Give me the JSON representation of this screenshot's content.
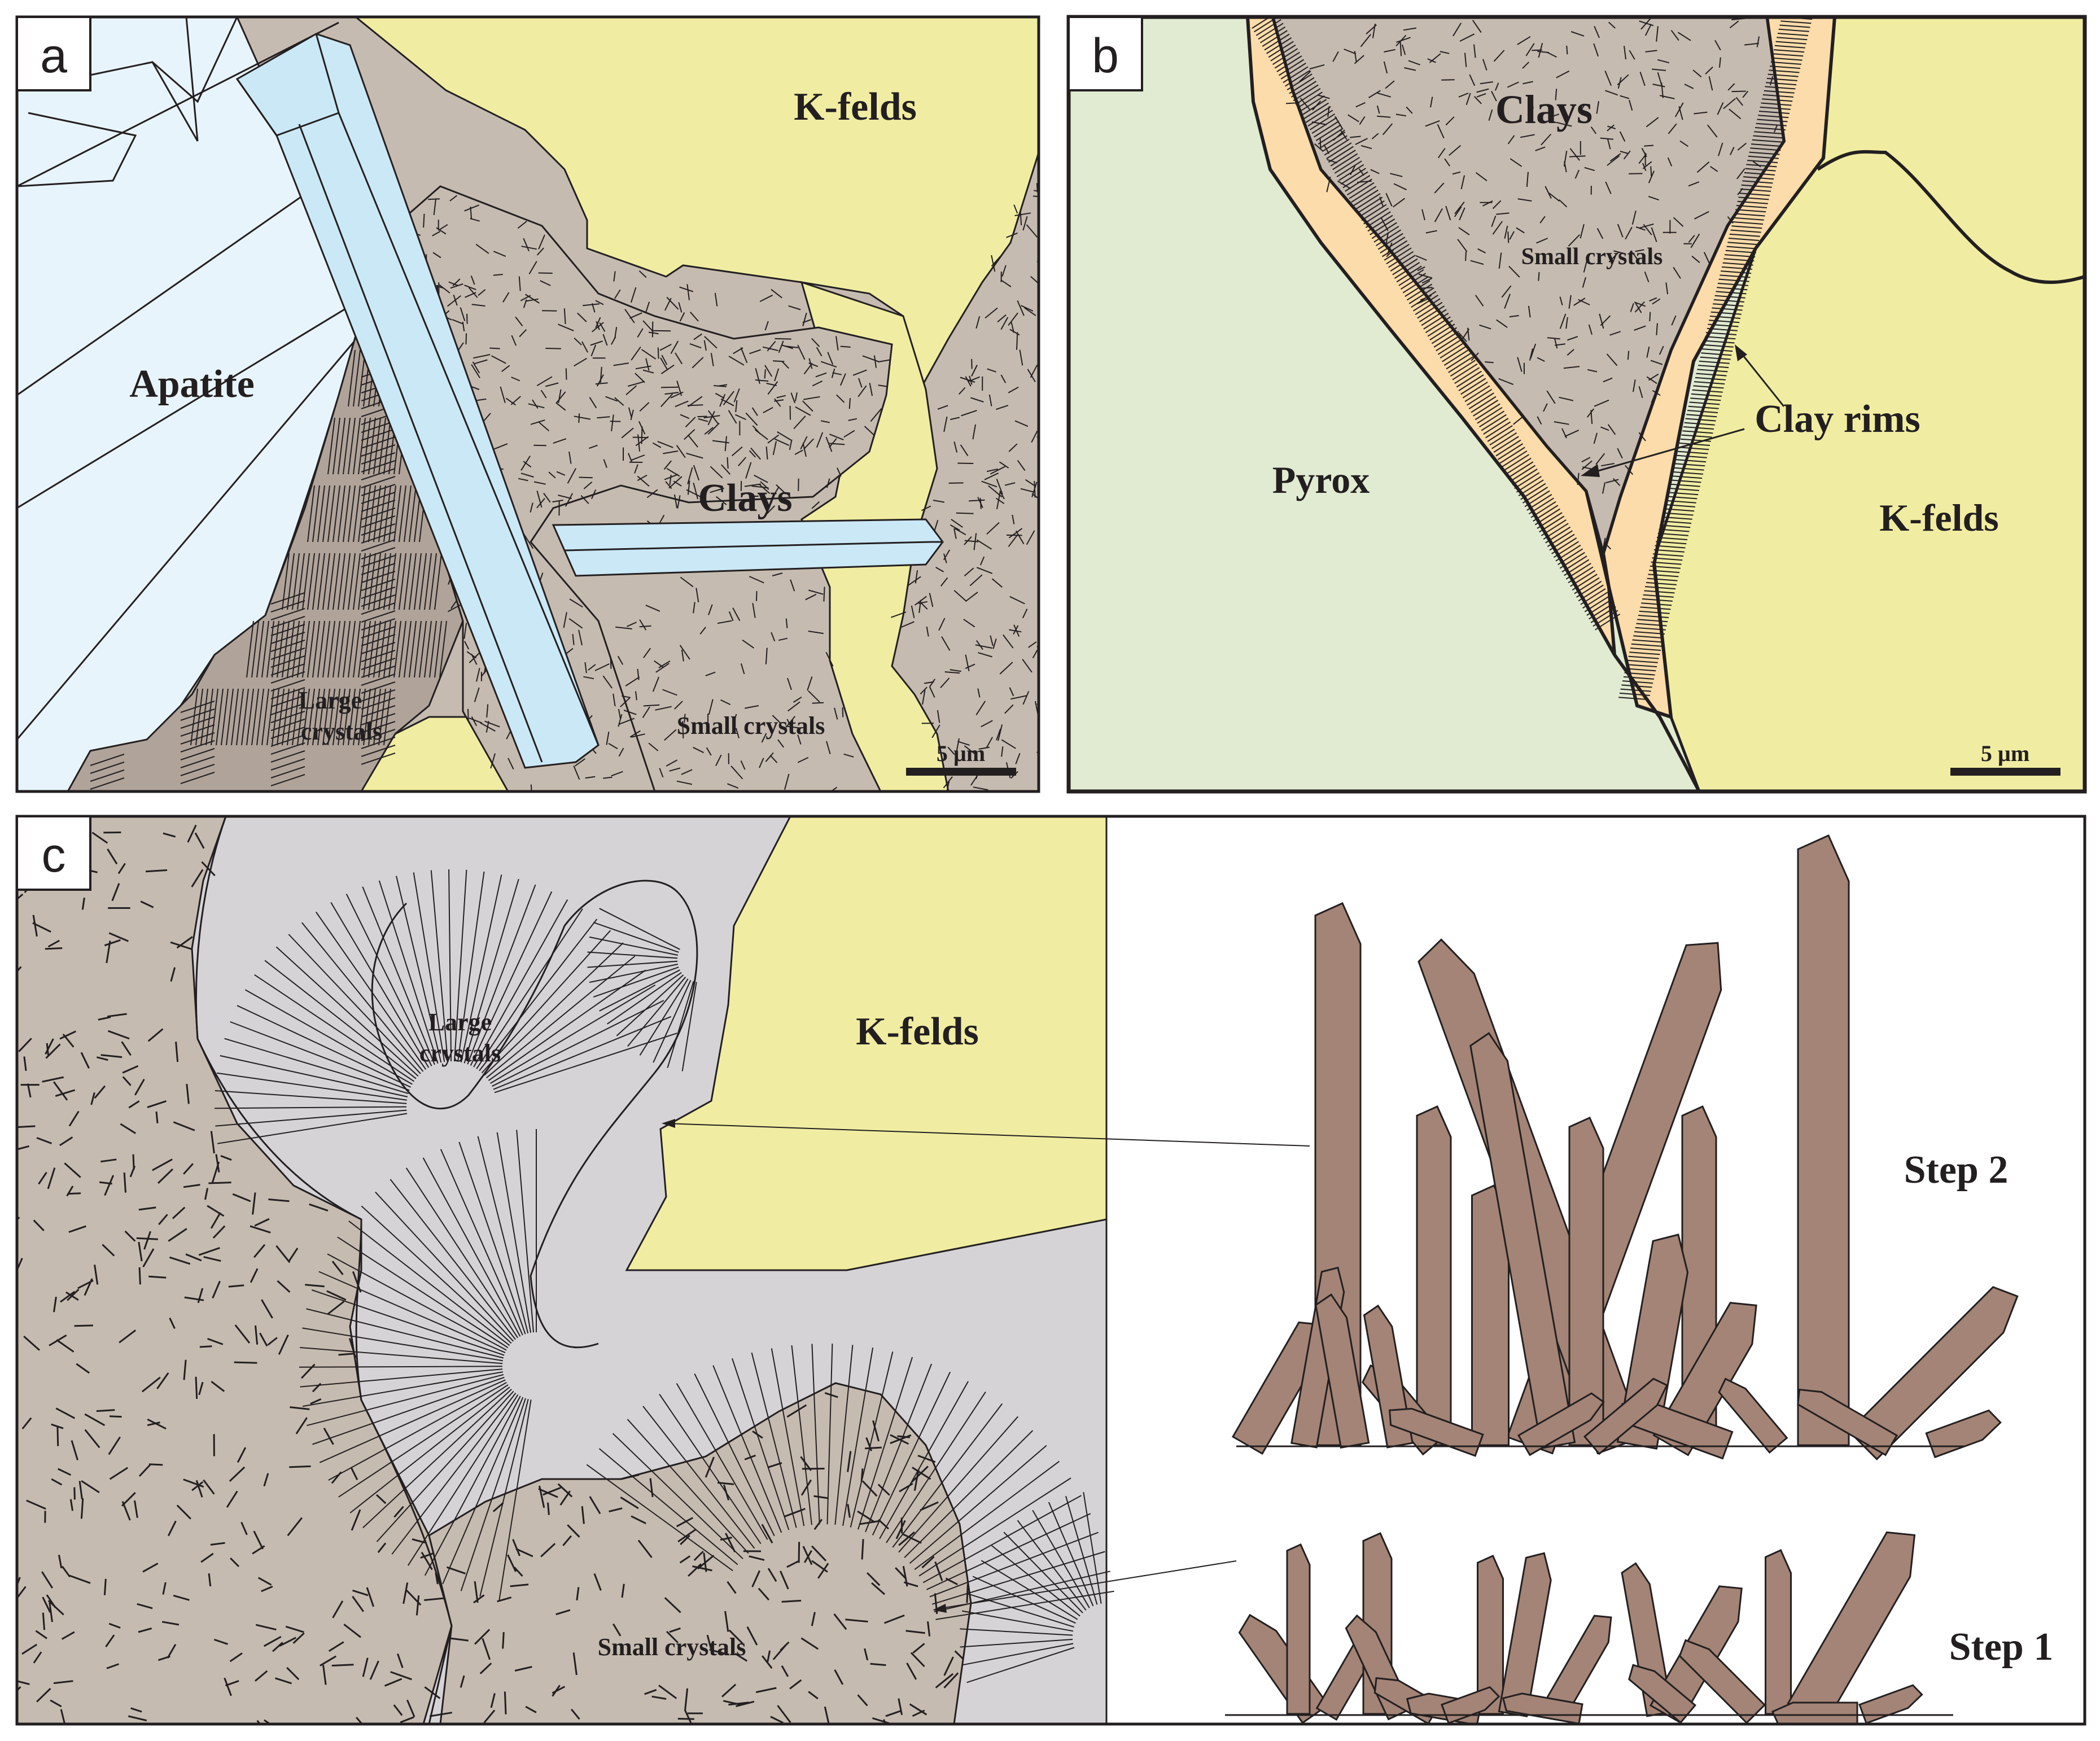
{
  "colors": {
    "apatite_light": "#e8f4fb",
    "apatite_crystal": "#cbe8f6",
    "kfeldspar": "#f0eda2",
    "clay": "#c6bbb0",
    "pyroxene": "#e0ebd2",
    "clay_rim": "#fcdcaa",
    "crystal_brown": "#a38476",
    "clay_grey": "#d5d3d6",
    "outline": "#231f20"
  },
  "panel_a": {
    "letter": "a",
    "labels": {
      "kfelds": "K-felds",
      "apatite": "Apatite",
      "clays": "Clays",
      "large_crystals_1": "Large",
      "large_crystals_2": "crystals",
      "small_crystals": "Small crystals"
    },
    "scale_bar": "5 µm"
  },
  "panel_b": {
    "letter": "b",
    "labels": {
      "clays": "Clays",
      "small_crystals": "Small crystals",
      "clay_rims": "Clay rims",
      "pyrox": "Pyrox",
      "kfelds": "K-felds"
    },
    "scale_bar": "5 µm"
  },
  "panel_c": {
    "letter": "c",
    "labels": {
      "large_crystals_1": "Large",
      "large_crystals_2": "crystals",
      "kfelds": "K-felds",
      "small_crystals": "Small crystals",
      "step2": "Step 2",
      "step1": "Step 1"
    }
  }
}
